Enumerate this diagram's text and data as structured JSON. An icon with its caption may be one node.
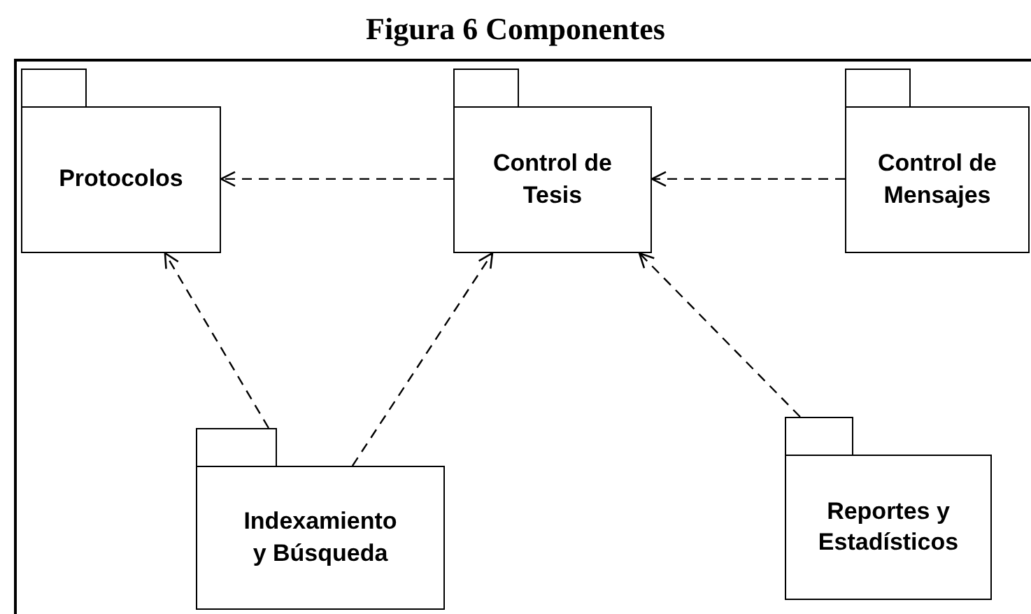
{
  "diagram": {
    "title": "Figura 6 Componentes",
    "nodes": [
      {
        "text": [
          "Protocolos"
        ]
      },
      {
        "text": [
          "Control de Tesis"
        ]
      },
      {
        "text": [
          "Control de Mensajes"
        ]
      },
      {
        "text": [
          "Indexamiento y Búsqueda"
        ]
      },
      {
        "text": [
          "Reportes y Estadísticos"
        ]
      }
    ],
    "edges": [
      {
        "from": 1,
        "to": 0,
        "arrow": "to",
        "style": "dashed"
      },
      {
        "from": 2,
        "to": 1,
        "arrow": "to",
        "style": "dashed"
      },
      {
        "from": 3,
        "to": 0,
        "arrow": "to",
        "style": "dashed"
      },
      {
        "from": 3,
        "to": 1,
        "arrow": "to",
        "style": "dashed"
      },
      {
        "from": 4,
        "to": 1,
        "arrow": "to",
        "style": "dashed"
      }
    ]
  }
}
